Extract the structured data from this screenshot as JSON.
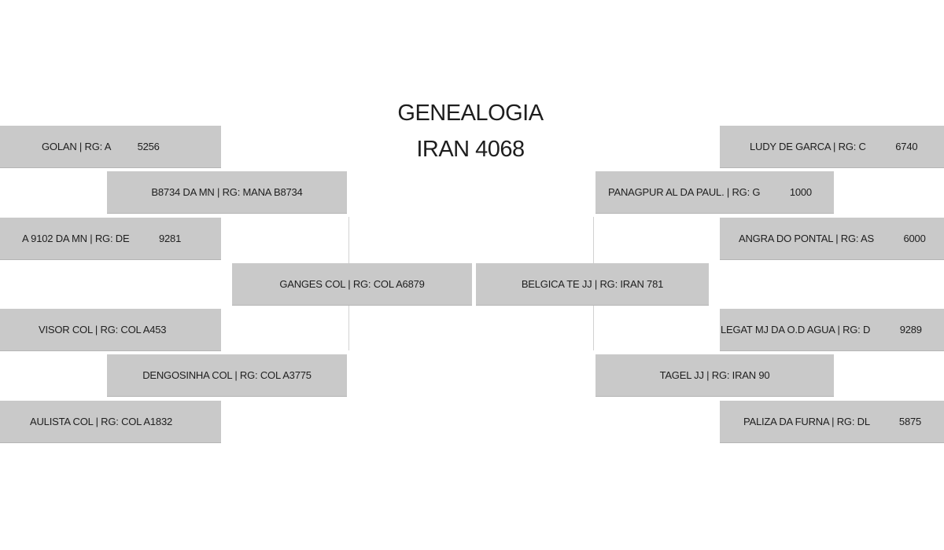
{
  "title": "GENEALOGIA",
  "animal": "IRAN 4068",
  "sire_side": {
    "sire": "GANGES COL | RG: COL A6879",
    "paternal_grandsire": "B8734 DA MN | RG: MANA B8734",
    "paternal_grandsire_sire": "GOLAN | RG: A          5256",
    "paternal_grandsire_dam": "A 9102 DA MN | RG: DE           9281",
    "paternal_granddam": "DENGOSINHA COL | RG: COL A3775",
    "paternal_granddam_sire": "VISOR COL | RG: COL A453",
    "paternal_granddam_dam": "AULISTA COL | RG: COL A1832"
  },
  "dam_side": {
    "dam": "BELGICA TE JJ | RG: IRAN 781",
    "maternal_grandsire": "PANAGPUR AL DA PAUL. | RG: G           1000",
    "maternal_grandsire_sire": "LUDY DE GARCA | RG: C           6740",
    "maternal_grandsire_dam": "ANGRA DO PONTAL | RG: AS           6000",
    "maternal_granddam": "TAGEL JJ | RG: IRAN 90",
    "maternal_granddam_sire": "LEGAT MJ DA O.D AGUA | RG: D           9289",
    "maternal_granddam_dam": "PALIZA DA FURNA | RG: DL           5875"
  }
}
